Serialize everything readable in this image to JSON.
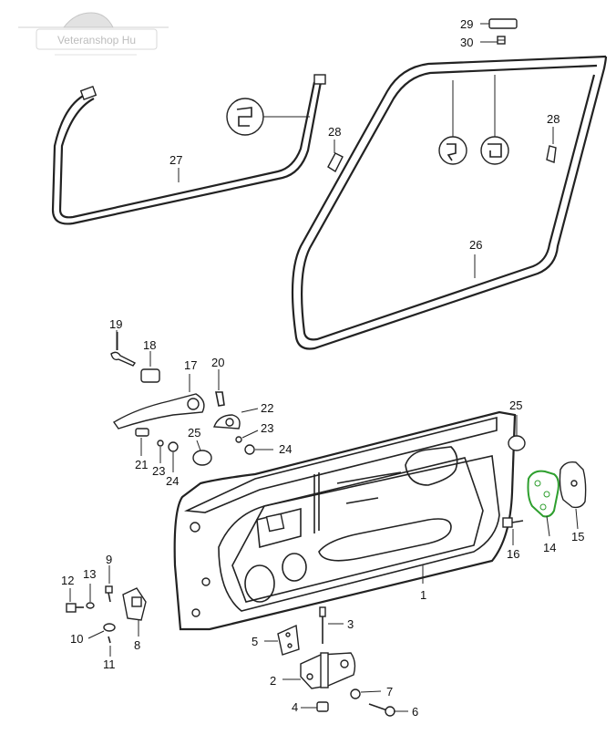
{
  "watermark": {
    "text": "Veteranshop Hu"
  },
  "callouts": [
    {
      "id": "c1",
      "label": "1"
    },
    {
      "id": "c2",
      "label": "2"
    },
    {
      "id": "c3",
      "label": "3"
    },
    {
      "id": "c4",
      "label": "4"
    },
    {
      "id": "c5",
      "label": "5"
    },
    {
      "id": "c6",
      "label": "6"
    },
    {
      "id": "c7",
      "label": "7"
    },
    {
      "id": "c8",
      "label": "8"
    },
    {
      "id": "c9",
      "label": "9"
    },
    {
      "id": "c10",
      "label": "10"
    },
    {
      "id": "c11",
      "label": "11"
    },
    {
      "id": "c12",
      "label": "12"
    },
    {
      "id": "c13",
      "label": "13"
    },
    {
      "id": "c14",
      "label": "14"
    },
    {
      "id": "c15",
      "label": "15"
    },
    {
      "id": "c16",
      "label": "16"
    },
    {
      "id": "c17",
      "label": "17"
    },
    {
      "id": "c18",
      "label": "18"
    },
    {
      "id": "c19",
      "label": "19"
    },
    {
      "id": "c20",
      "label": "20"
    },
    {
      "id": "c21",
      "label": "21"
    },
    {
      "id": "c22",
      "label": "22"
    },
    {
      "id": "c23a",
      "label": "23"
    },
    {
      "id": "c23b",
      "label": "23"
    },
    {
      "id": "c24a",
      "label": "24"
    },
    {
      "id": "c24b",
      "label": "24"
    },
    {
      "id": "c25a",
      "label": "25"
    },
    {
      "id": "c25b",
      "label": "25"
    },
    {
      "id": "c26",
      "label": "26"
    },
    {
      "id": "c27",
      "label": "27"
    },
    {
      "id": "c28a",
      "label": "28"
    },
    {
      "id": "c28b",
      "label": "28"
    },
    {
      "id": "c29",
      "label": "29"
    },
    {
      "id": "c30",
      "label": "30"
    }
  ],
  "highlight_color": "#2e9f2e"
}
